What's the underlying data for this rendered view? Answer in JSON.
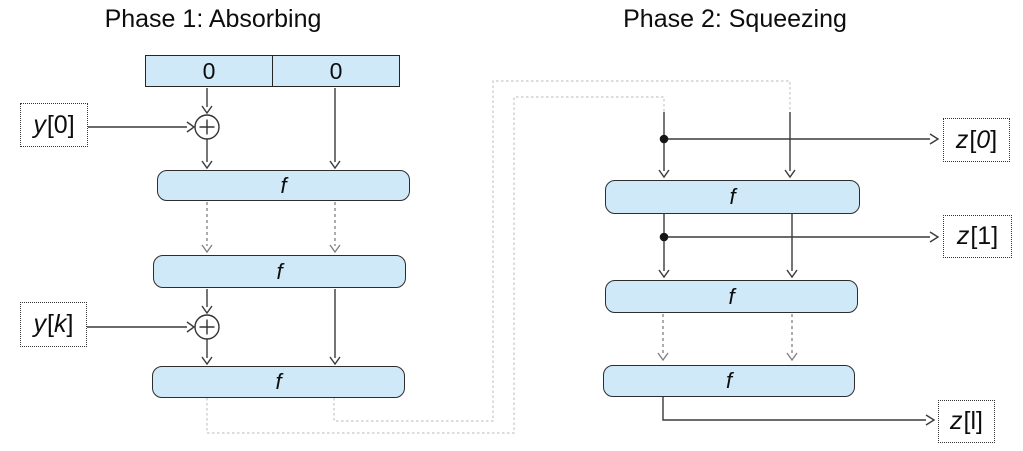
{
  "diagram": {
    "phase1_title": "Phase 1: Absorbing",
    "phase2_title": "Phase 2: Squeezing",
    "state_register": {
      "left_cell": "0",
      "right_cell": "0"
    },
    "round_function_label": "f",
    "bracket_open": "[",
    "bracket_close": "]",
    "inputs": {
      "y0": {
        "variable": "y",
        "index": "0"
      },
      "yk": {
        "variable": "y",
        "index": "k"
      }
    },
    "outputs": {
      "z0": {
        "variable": "z",
        "index": "0"
      },
      "z1": {
        "variable": "z",
        "index": "1"
      },
      "zl": {
        "variable": "z",
        "index": "l"
      }
    },
    "colors": {
      "box_fill": "#cfe9f8",
      "box_border": "#2d2d2d",
      "arrow": "#3a3a3a",
      "dashed_arrow": "#7f7f7f",
      "routing_line": "#c6c6c6"
    }
  }
}
